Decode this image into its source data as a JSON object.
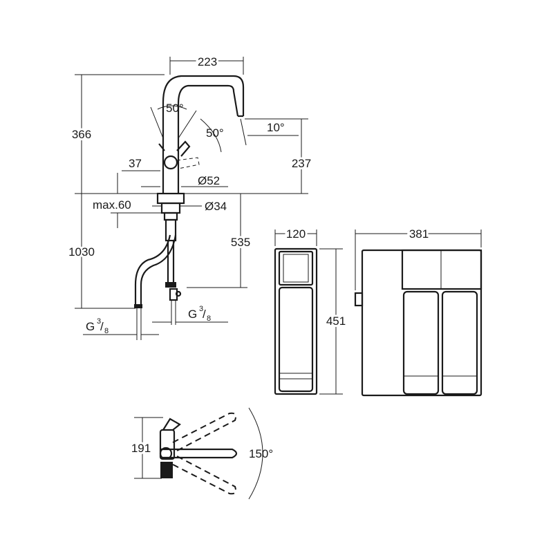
{
  "dimensions": {
    "faucet_reach": "223",
    "total_height": "366",
    "swivel_angle_top": "50°",
    "swivel_angle_side": "50°",
    "spout_tilt": "10°",
    "spout_height": "237",
    "lever_offset": "37",
    "base_diameter": "Ø52",
    "max_deck_thickness": "max.60",
    "hole_diameter": "Ø34",
    "shank_length": "535",
    "hose_length": "1030",
    "thread_left": "G",
    "thread_right": "G",
    "thread_numerator": "3",
    "thread_denominator": "8",
    "filter_box_width": "120",
    "filter_box_height": "451",
    "filter_unit_width": "381",
    "top_view_depth": "191",
    "rotation_range": "150°"
  },
  "colors": {
    "line": "#1a1a1a",
    "background": "#ffffff"
  }
}
